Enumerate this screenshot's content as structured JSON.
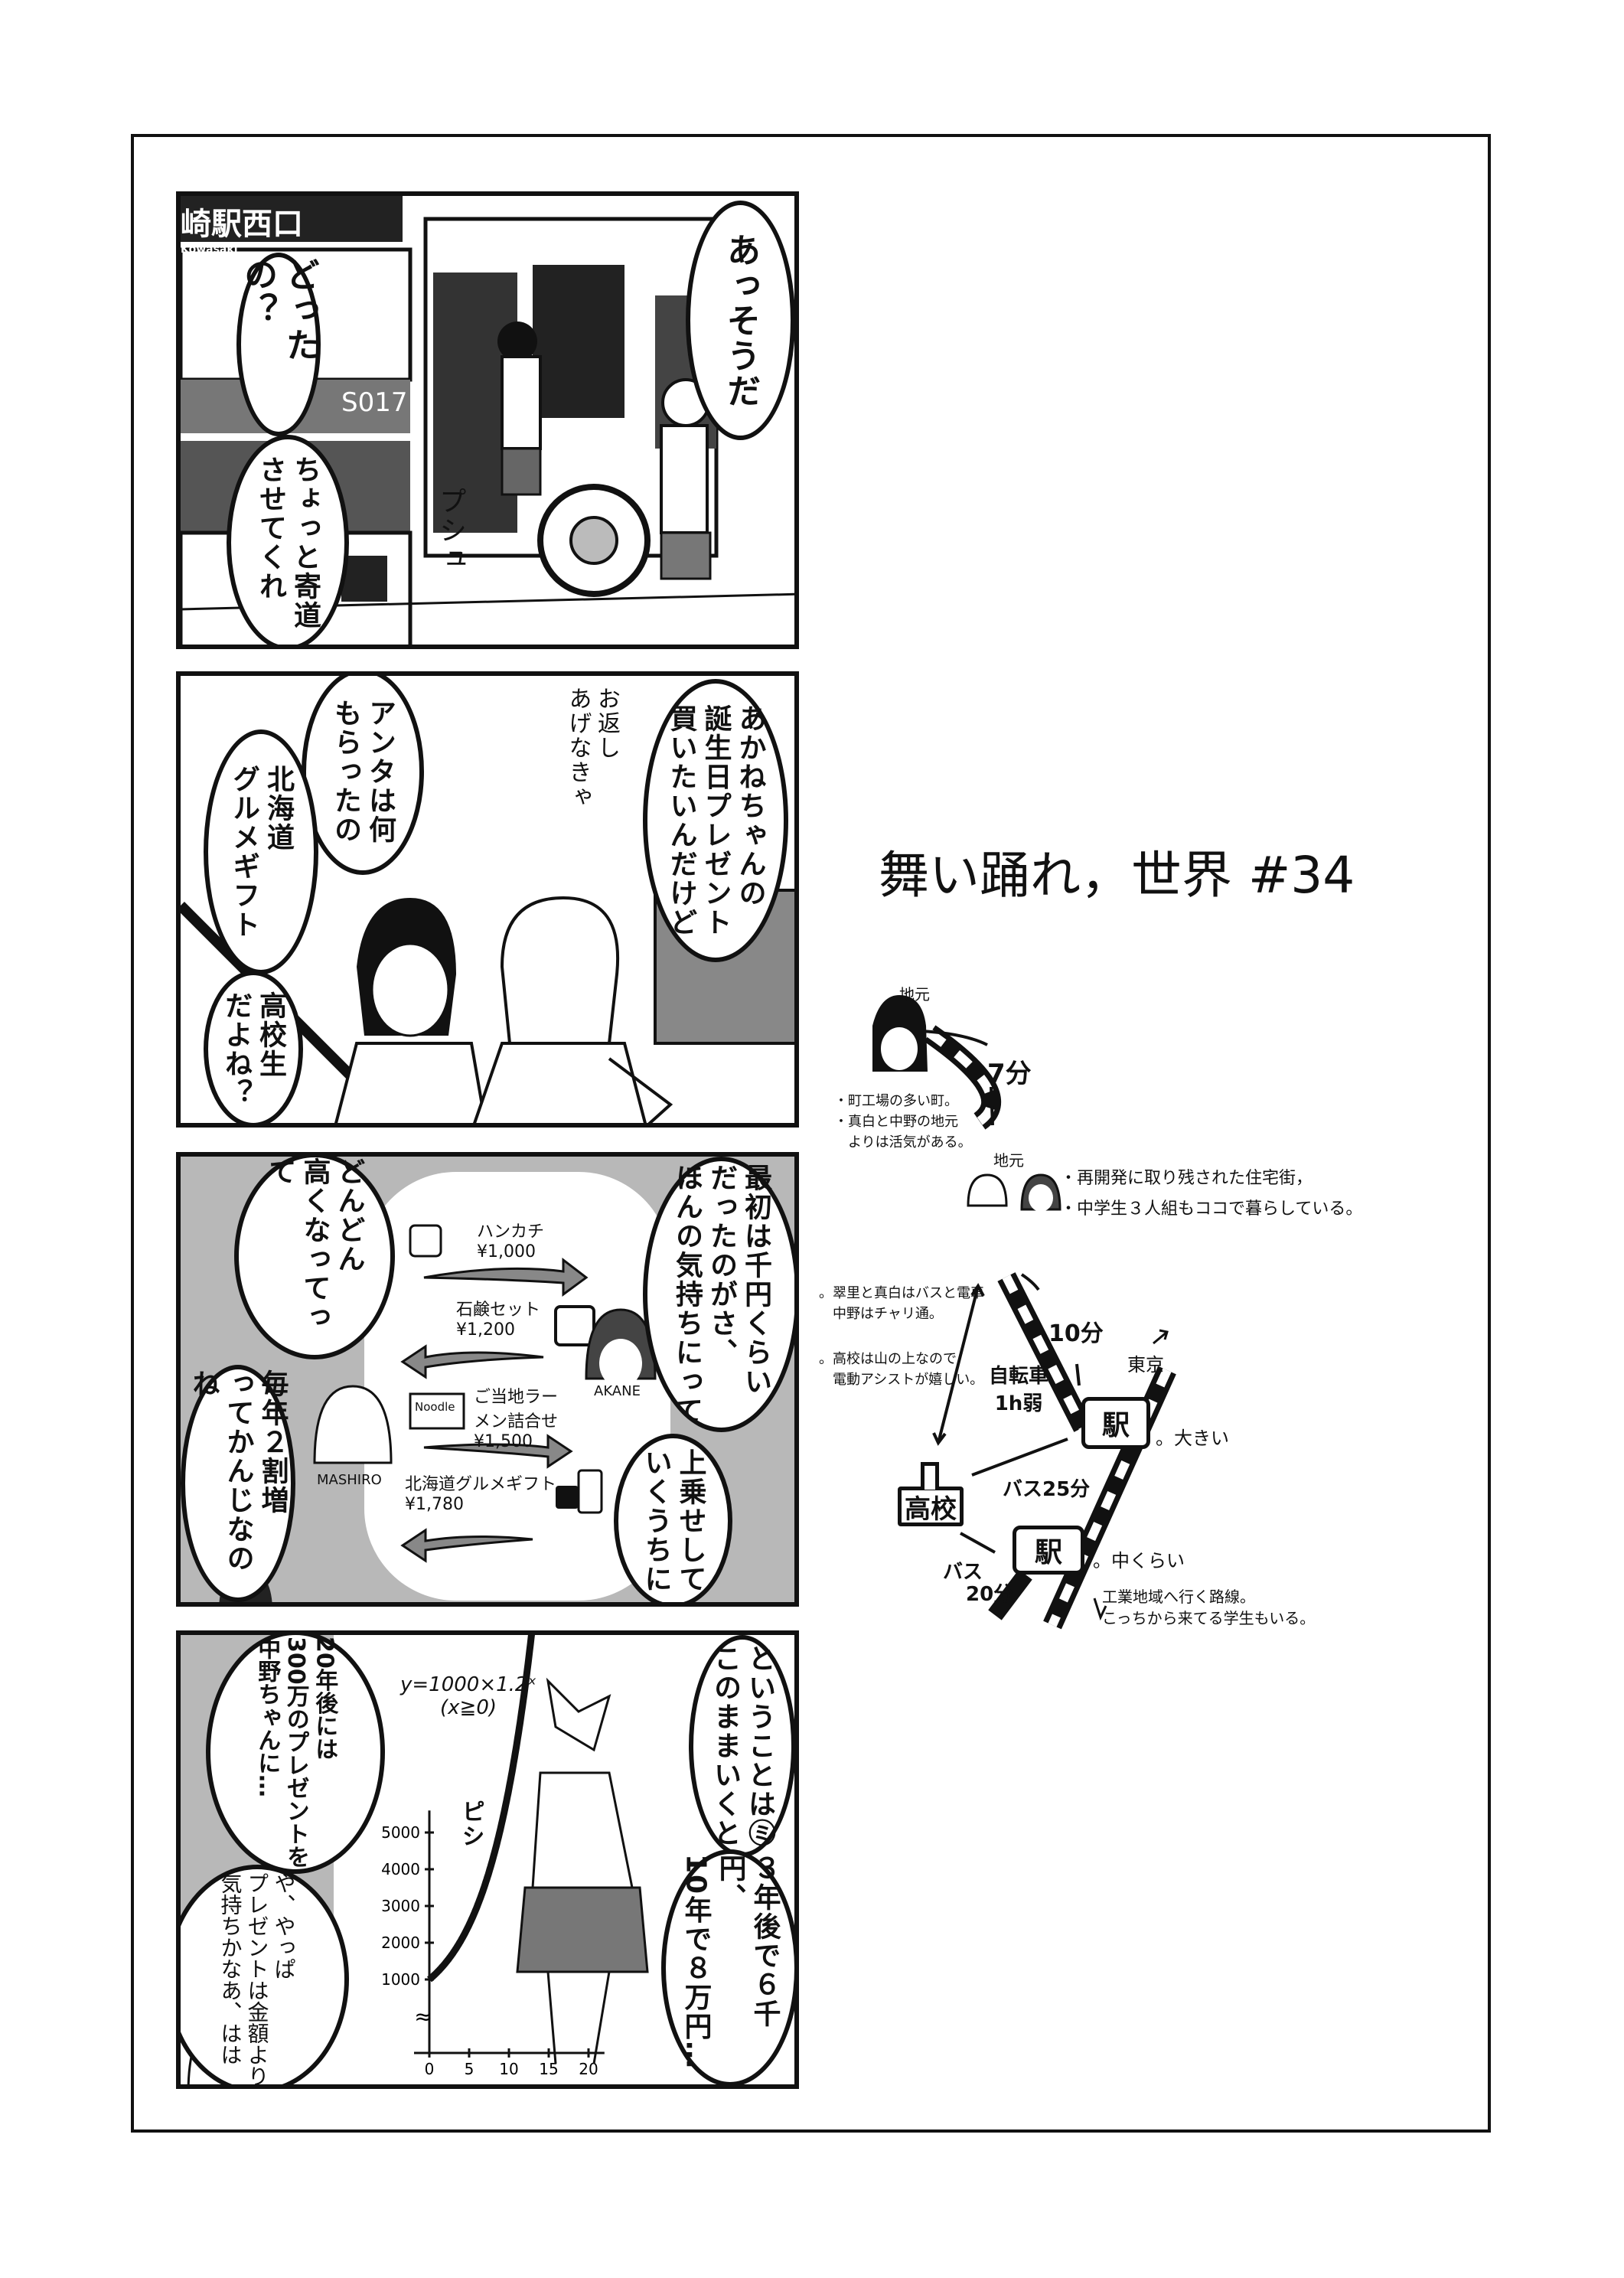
{
  "title": "舞い踊れ，世界 #34",
  "p1": {
    "sign": "崎駅西口",
    "sign_sub": "Kowasaki",
    "bus_number": "S017",
    "sfx": "プシュ",
    "bubble_a": [
      "あっそうだ"
    ],
    "bubble_b": [
      "どったの？"
    ],
    "bubble_c": [
      "ちょっと寄道",
      "させてくれ"
    ]
  },
  "p2": {
    "bubble_a": [
      "あかねちゃんの",
      "誕生日プレゼント",
      "買いたいんだけど"
    ],
    "aside": [
      "お返し",
      "あげなきゃ"
    ],
    "bubble_b": [
      "アンタは何",
      "もらったの"
    ],
    "bubble_c": [
      "北海道",
      "グルメギフト"
    ],
    "bubble_d": [
      "高校生",
      "だよね？"
    ]
  },
  "p3": {
    "bubble_a": [
      "最初は千円くらい",
      "だったのがさ、",
      "ほんの気持ちにって"
    ],
    "bubble_b": [
      "上乗せして",
      "いくうちに"
    ],
    "bubble_c": [
      "どんどん",
      "高くなってって"
    ],
    "bubble_d": [
      "毎年２割増",
      "ってかんじなのね"
    ],
    "gifts": [
      {
        "name": "ハンカチ",
        "price": "¥1,000",
        "direction": "to-akane"
      },
      {
        "name": "石鹸セット",
        "price": "¥1,200",
        "direction": "to-mashiro"
      },
      {
        "name": "ご当地ラーメン詰合せ",
        "price": "¥1,500",
        "direction": "to-akane"
      },
      {
        "name": "北海道グルメギフト",
        "price": "¥1,780",
        "direction": "to-mashiro"
      }
    ],
    "noodle_label": "Noodle",
    "name_left": "MASHIRO",
    "name_right": "AKANE"
  },
  "p4": {
    "bubble_a": [
      "ということは㋯",
      "このままいくと"
    ],
    "bubble_b": [
      "３年後で６千円、",
      "10年で８万円…"
    ],
    "bubble_c": [
      "20年後には",
      "300万のプレゼントを",
      "中野ちゃんに…"
    ],
    "bubble_d": [
      "や、やっぱ",
      "プレゼントは金額より",
      "気持ちかなあ、はは"
    ],
    "sfx": "ピシ",
    "graph": {
      "formula": "y=1000×1.2ˣ",
      "domain": "(x≧0)",
      "y_ticks": [
        1000,
        2000,
        3000,
        4000,
        5000
      ],
      "x_ticks": [
        0,
        5,
        10,
        15,
        20
      ],
      "base": 1000,
      "rate": 1.2
    }
  },
  "map": {
    "home_label_1": "地元",
    "home_label_2": "地元",
    "time_1": "7分",
    "note_1": [
      "・町工場の多い町。",
      "・真白と中野の地元",
      "　よりは活気がある。"
    ],
    "note_2": [
      "・再開発に取り残された住宅街，",
      "・中学生３人組もココで暮らしている。"
    ],
    "note_3": [
      "。翠里と真白はバスと電車",
      "　中野はチャリ通。"
    ],
    "note_4": [
      "。高校は山の上なので",
      "　電動アシストが嬉しい。"
    ],
    "bike": [
      "自転車",
      "1h弱"
    ],
    "time_2": "10分",
    "tokyo": "東京",
    "station_big": "駅",
    "station_big_note": "。大きい",
    "school": "高校",
    "bus_1": "バス25分",
    "station_mid": "駅",
    "station_mid_note": "。中くらい",
    "bus_2": [
      "バス",
      "20分"
    ],
    "line_note": [
      "工業地域へ行く路線。",
      "こっちから来てる学生もいる。"
    ]
  }
}
